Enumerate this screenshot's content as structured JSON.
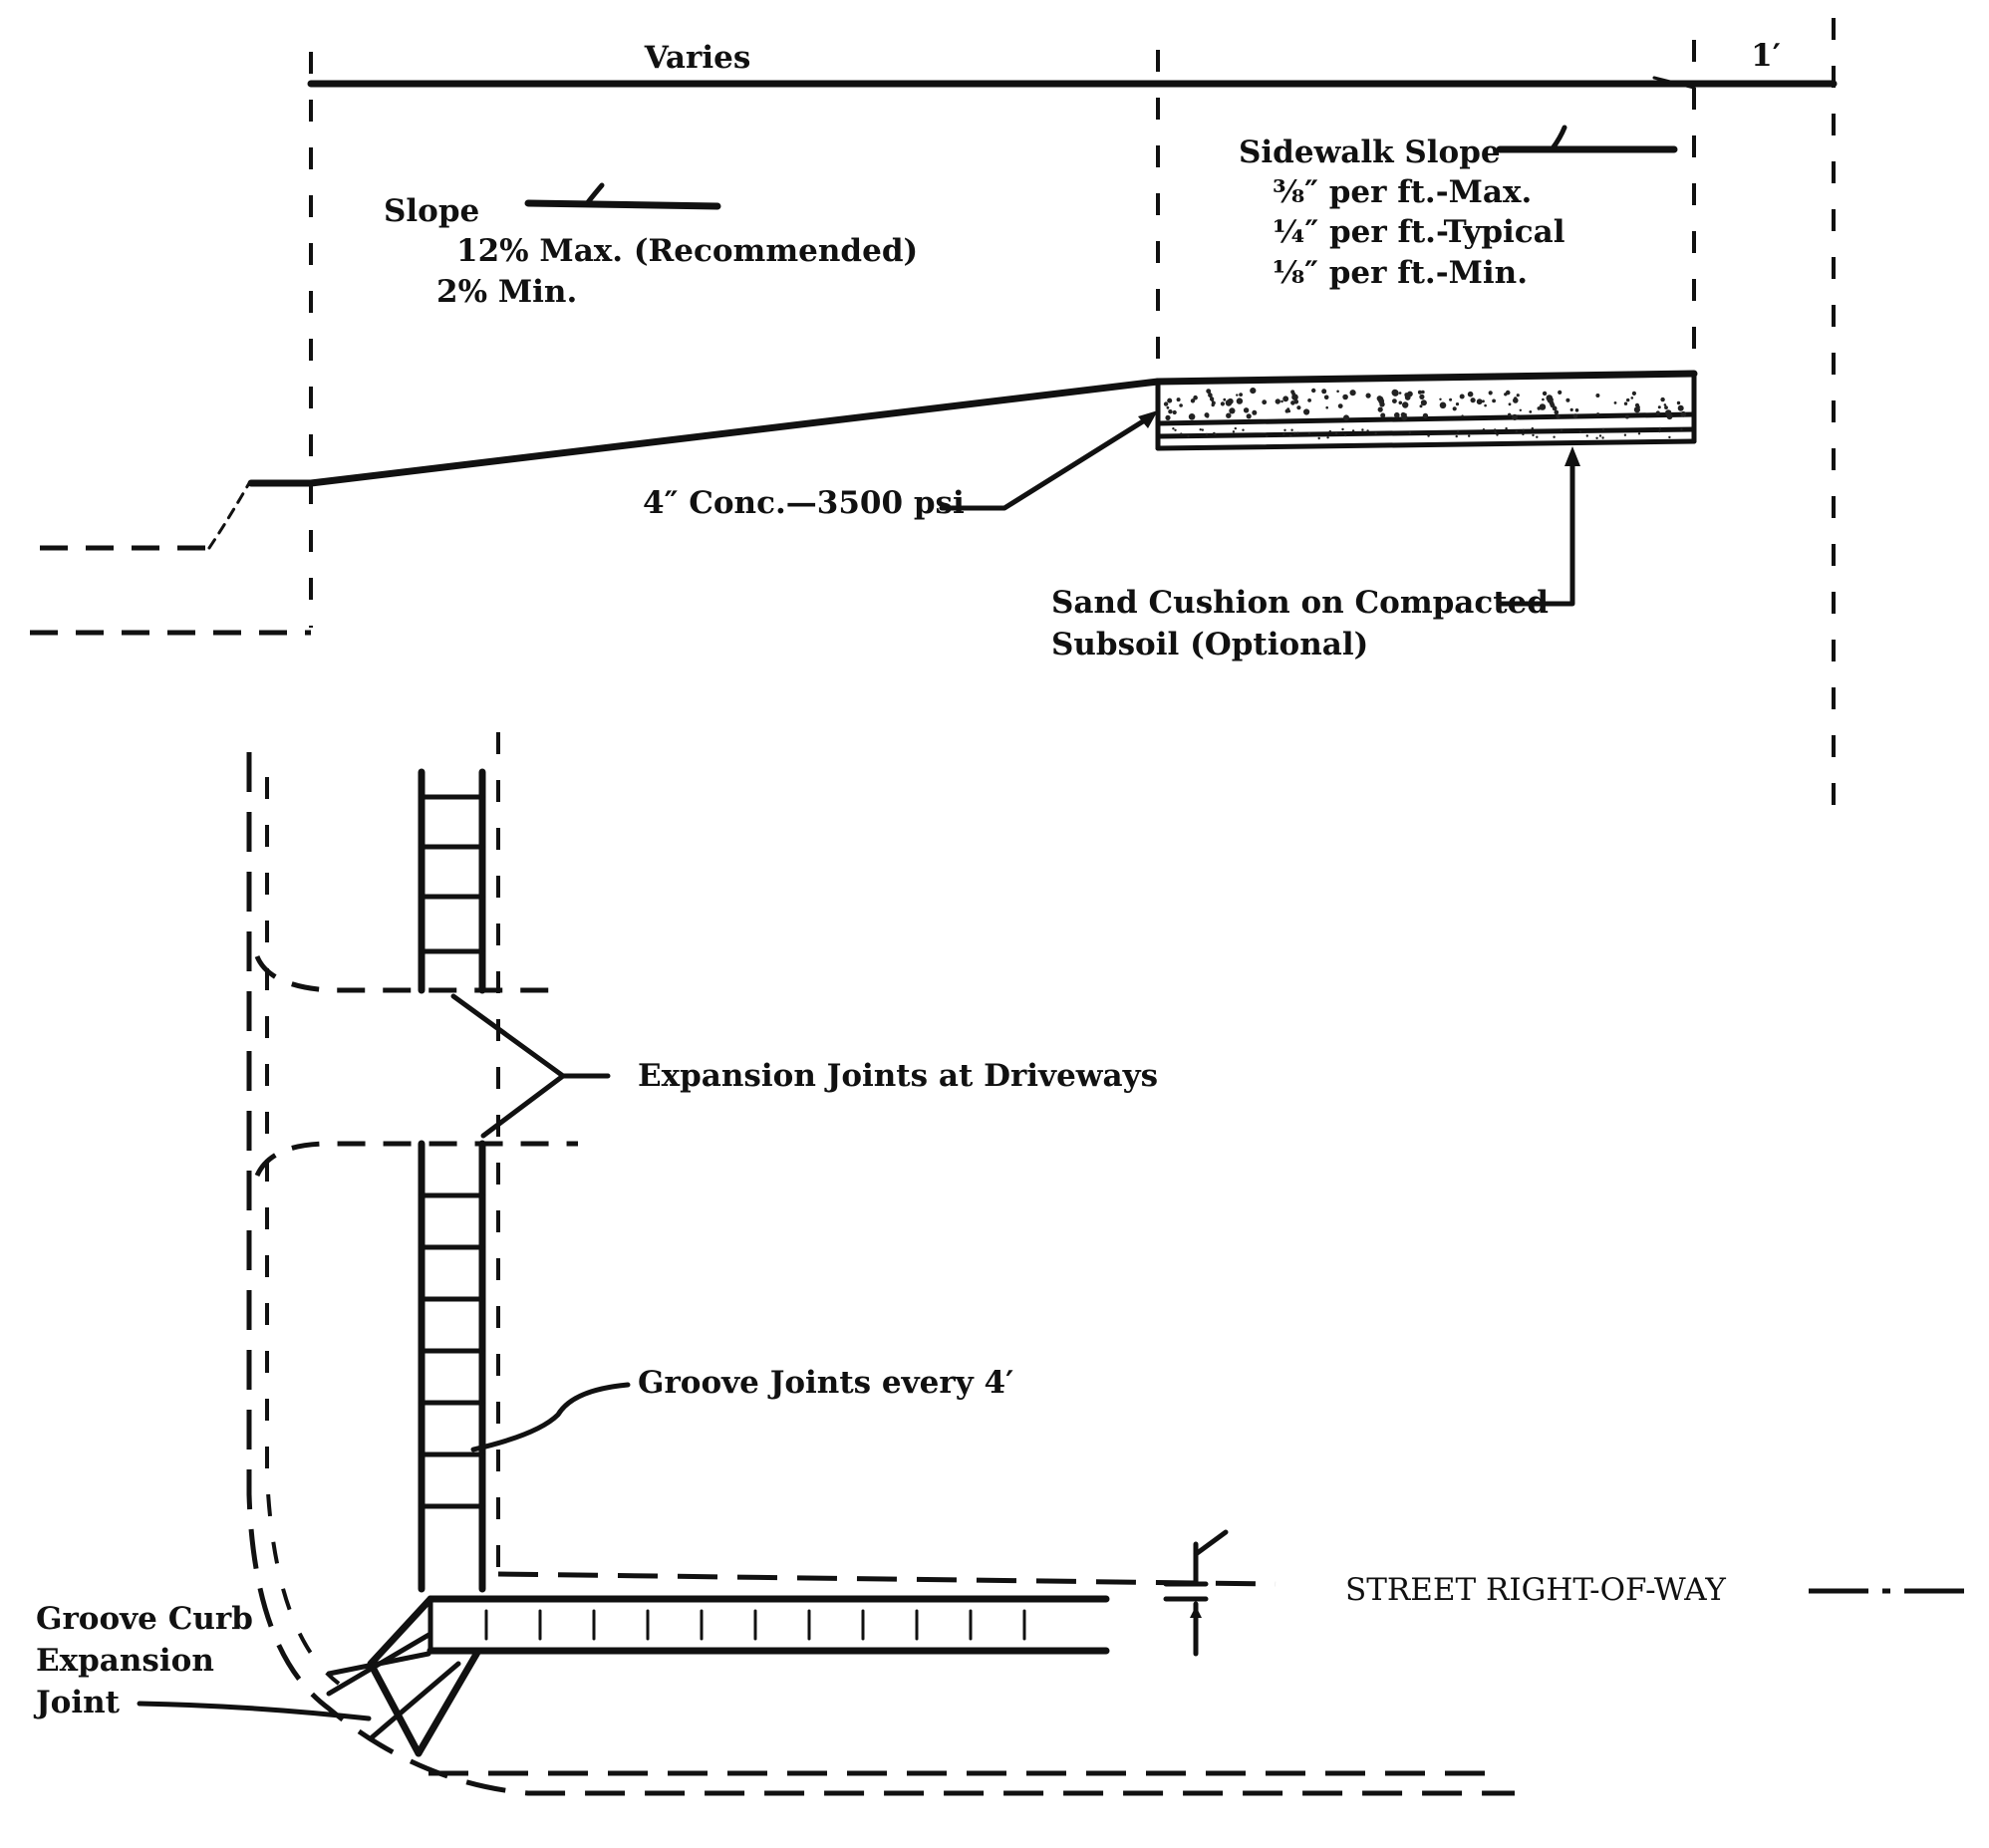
{
  "section": {
    "dim_varies": "Varies",
    "dim_one_foot": "1′",
    "slope_label": "Slope",
    "slope_max": "12% Max. (Recommended)",
    "slope_min": "2% Min.",
    "sidewalk_slope_label": "Sidewalk Slope",
    "sidewalk_slope_max": "⅜″ per ft.-Max.",
    "sidewalk_slope_typical": "¼″ per ft.-Typical",
    "sidewalk_slope_min": "⅛″ per ft.-Min.",
    "concrete_label": "4″ Conc.—3500 psi",
    "sand_cushion_line1": "Sand Cushion on Compacted",
    "sand_cushion_line2": "Subsoil (Optional)"
  },
  "plan": {
    "expansion_joints_label": "Expansion Joints at Driveways",
    "groove_joints_label": "Groove Joints every 4′",
    "groove_curb_line1": "Groove Curb",
    "groove_curb_line2": "Expansion",
    "groove_curb_line3": "Joint",
    "street_row_label": "STREET RIGHT-OF-WAY"
  }
}
